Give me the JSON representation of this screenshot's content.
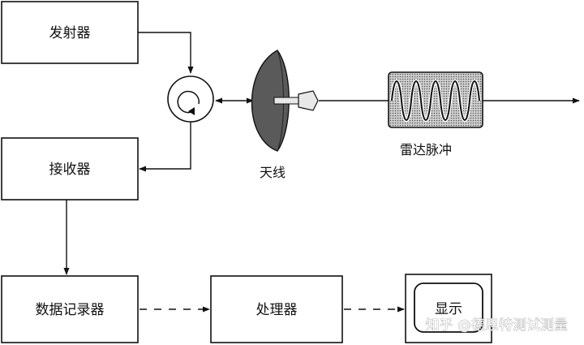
{
  "blocks": {
    "transmitter": "发射器",
    "receiver": "接收器",
    "data_recorder": "数据记录器",
    "processor": "处理器",
    "display": "显示"
  },
  "labels": {
    "antenna": "天线",
    "radar_pulse": "雷达脉冲"
  },
  "watermark": "知乎 @德思特测试测量",
  "colors": {
    "line": "#111111",
    "antenna_fill": "#5a5a5a",
    "pulse_fill": "#b9b9b9"
  }
}
